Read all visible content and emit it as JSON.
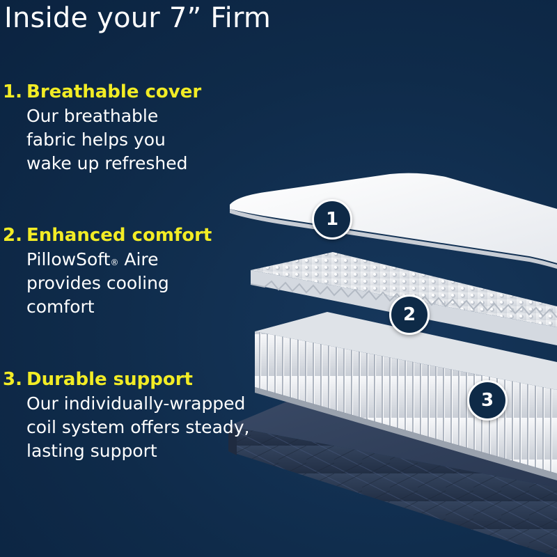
{
  "title": "Inside your 7” Firm",
  "features": [
    {
      "number": "1.",
      "heading": "Breathable cover",
      "lines": [
        "Our breathable",
        "fabric helps you",
        "wake up refreshed"
      ]
    },
    {
      "number": "2.",
      "heading": "Enhanced comfort",
      "line1_prefix": "PillowSoft",
      "line1_mark": "®",
      "line1_suffix": " Aire",
      "lines": [
        "provides cooling",
        "comfort"
      ]
    },
    {
      "number": "3.",
      "heading": "Durable support",
      "lines": [
        "Our individually-wrapped",
        "coil system offers steady,",
        "lasting support"
      ]
    }
  ],
  "badges": [
    "1",
    "2",
    "3"
  ],
  "colors": {
    "background": "#0e2a47",
    "heading": "#f2ec25",
    "text": "#ffffff"
  }
}
